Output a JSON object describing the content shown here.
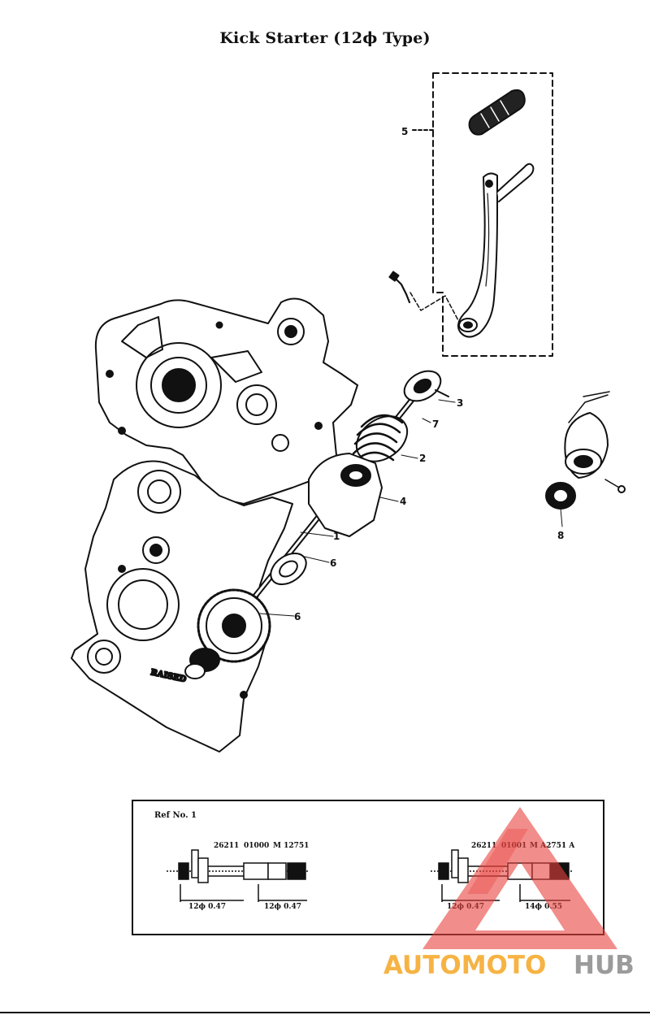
{
  "title": "Kick Starter (12ϕ Type)",
  "callouts": {
    "c5": "5",
    "c3": "3",
    "c7": "7",
    "c2": "2",
    "c4": "4",
    "c1": "1",
    "c6a": "6",
    "c6b": "6",
    "c8": "8"
  },
  "reference_box": {
    "ref_label": "Ref No. 1",
    "left_part": {
      "part_no_a": "26211",
      "part_no_b": "01000",
      "model": "M 12751",
      "dim_1": "12ϕ 0.47",
      "dim_2": "12ϕ 0.47"
    },
    "right_part": {
      "part_no_a": "26211",
      "part_no_b": "01001",
      "model": "M A2751 A",
      "dim_1": "12ϕ 0.47",
      "dim_2": "14ϕ 0.55"
    }
  },
  "watermark": {
    "word_orange": "AUTOMOTO",
    "word_gray": "HUB",
    "color_orange": "#f5a623",
    "color_red": "#e8413c",
    "color_gray": "#9b9b9b"
  }
}
